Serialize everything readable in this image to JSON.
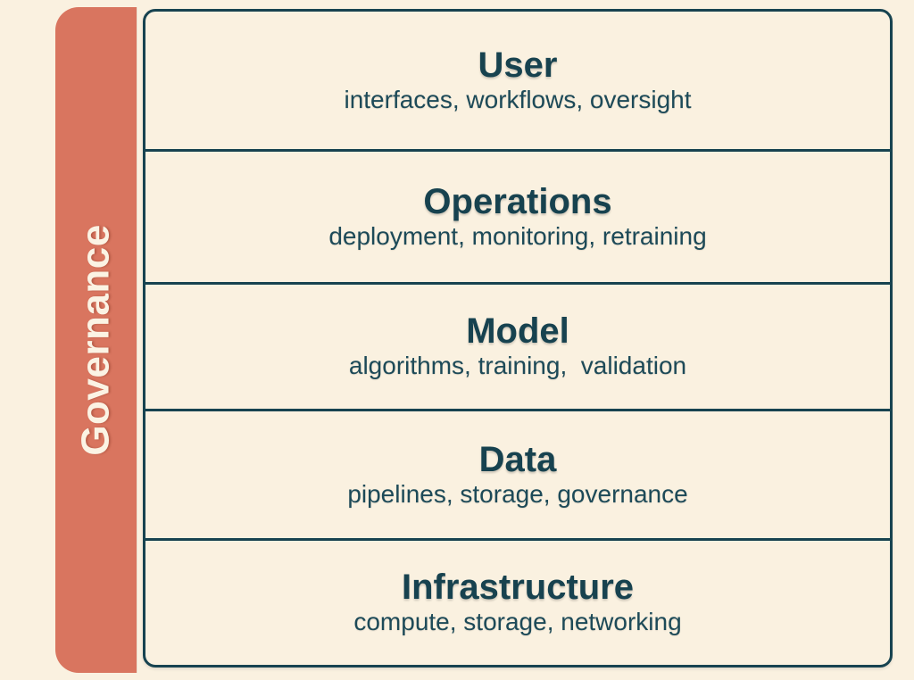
{
  "diagram": {
    "title": "AI system layer stack",
    "colors": {
      "background": "#faf1e0",
      "panel_fill": "#faf1e0",
      "stroke": "#174350",
      "accent_bar": "#d9755f",
      "accent_bar_text": "#fbf3e4",
      "title_text": "#17424f",
      "subtitle_text": "#1d4a58"
    },
    "sidebar": {
      "label": "Governance",
      "orientation": "vertical-bottom-to-top"
    },
    "layers": [
      {
        "title": "User",
        "subtitle": "interfaces, workflows, oversight"
      },
      {
        "title": "Operations",
        "subtitle": "deployment, monitoring, retraining"
      },
      {
        "title": "Model",
        "subtitle": "algorithms, training,  validation"
      },
      {
        "title": "Data",
        "subtitle": "pipelines, storage, governance"
      },
      {
        "title": "Infrastructure",
        "subtitle": "compute, storage, networking"
      }
    ]
  }
}
